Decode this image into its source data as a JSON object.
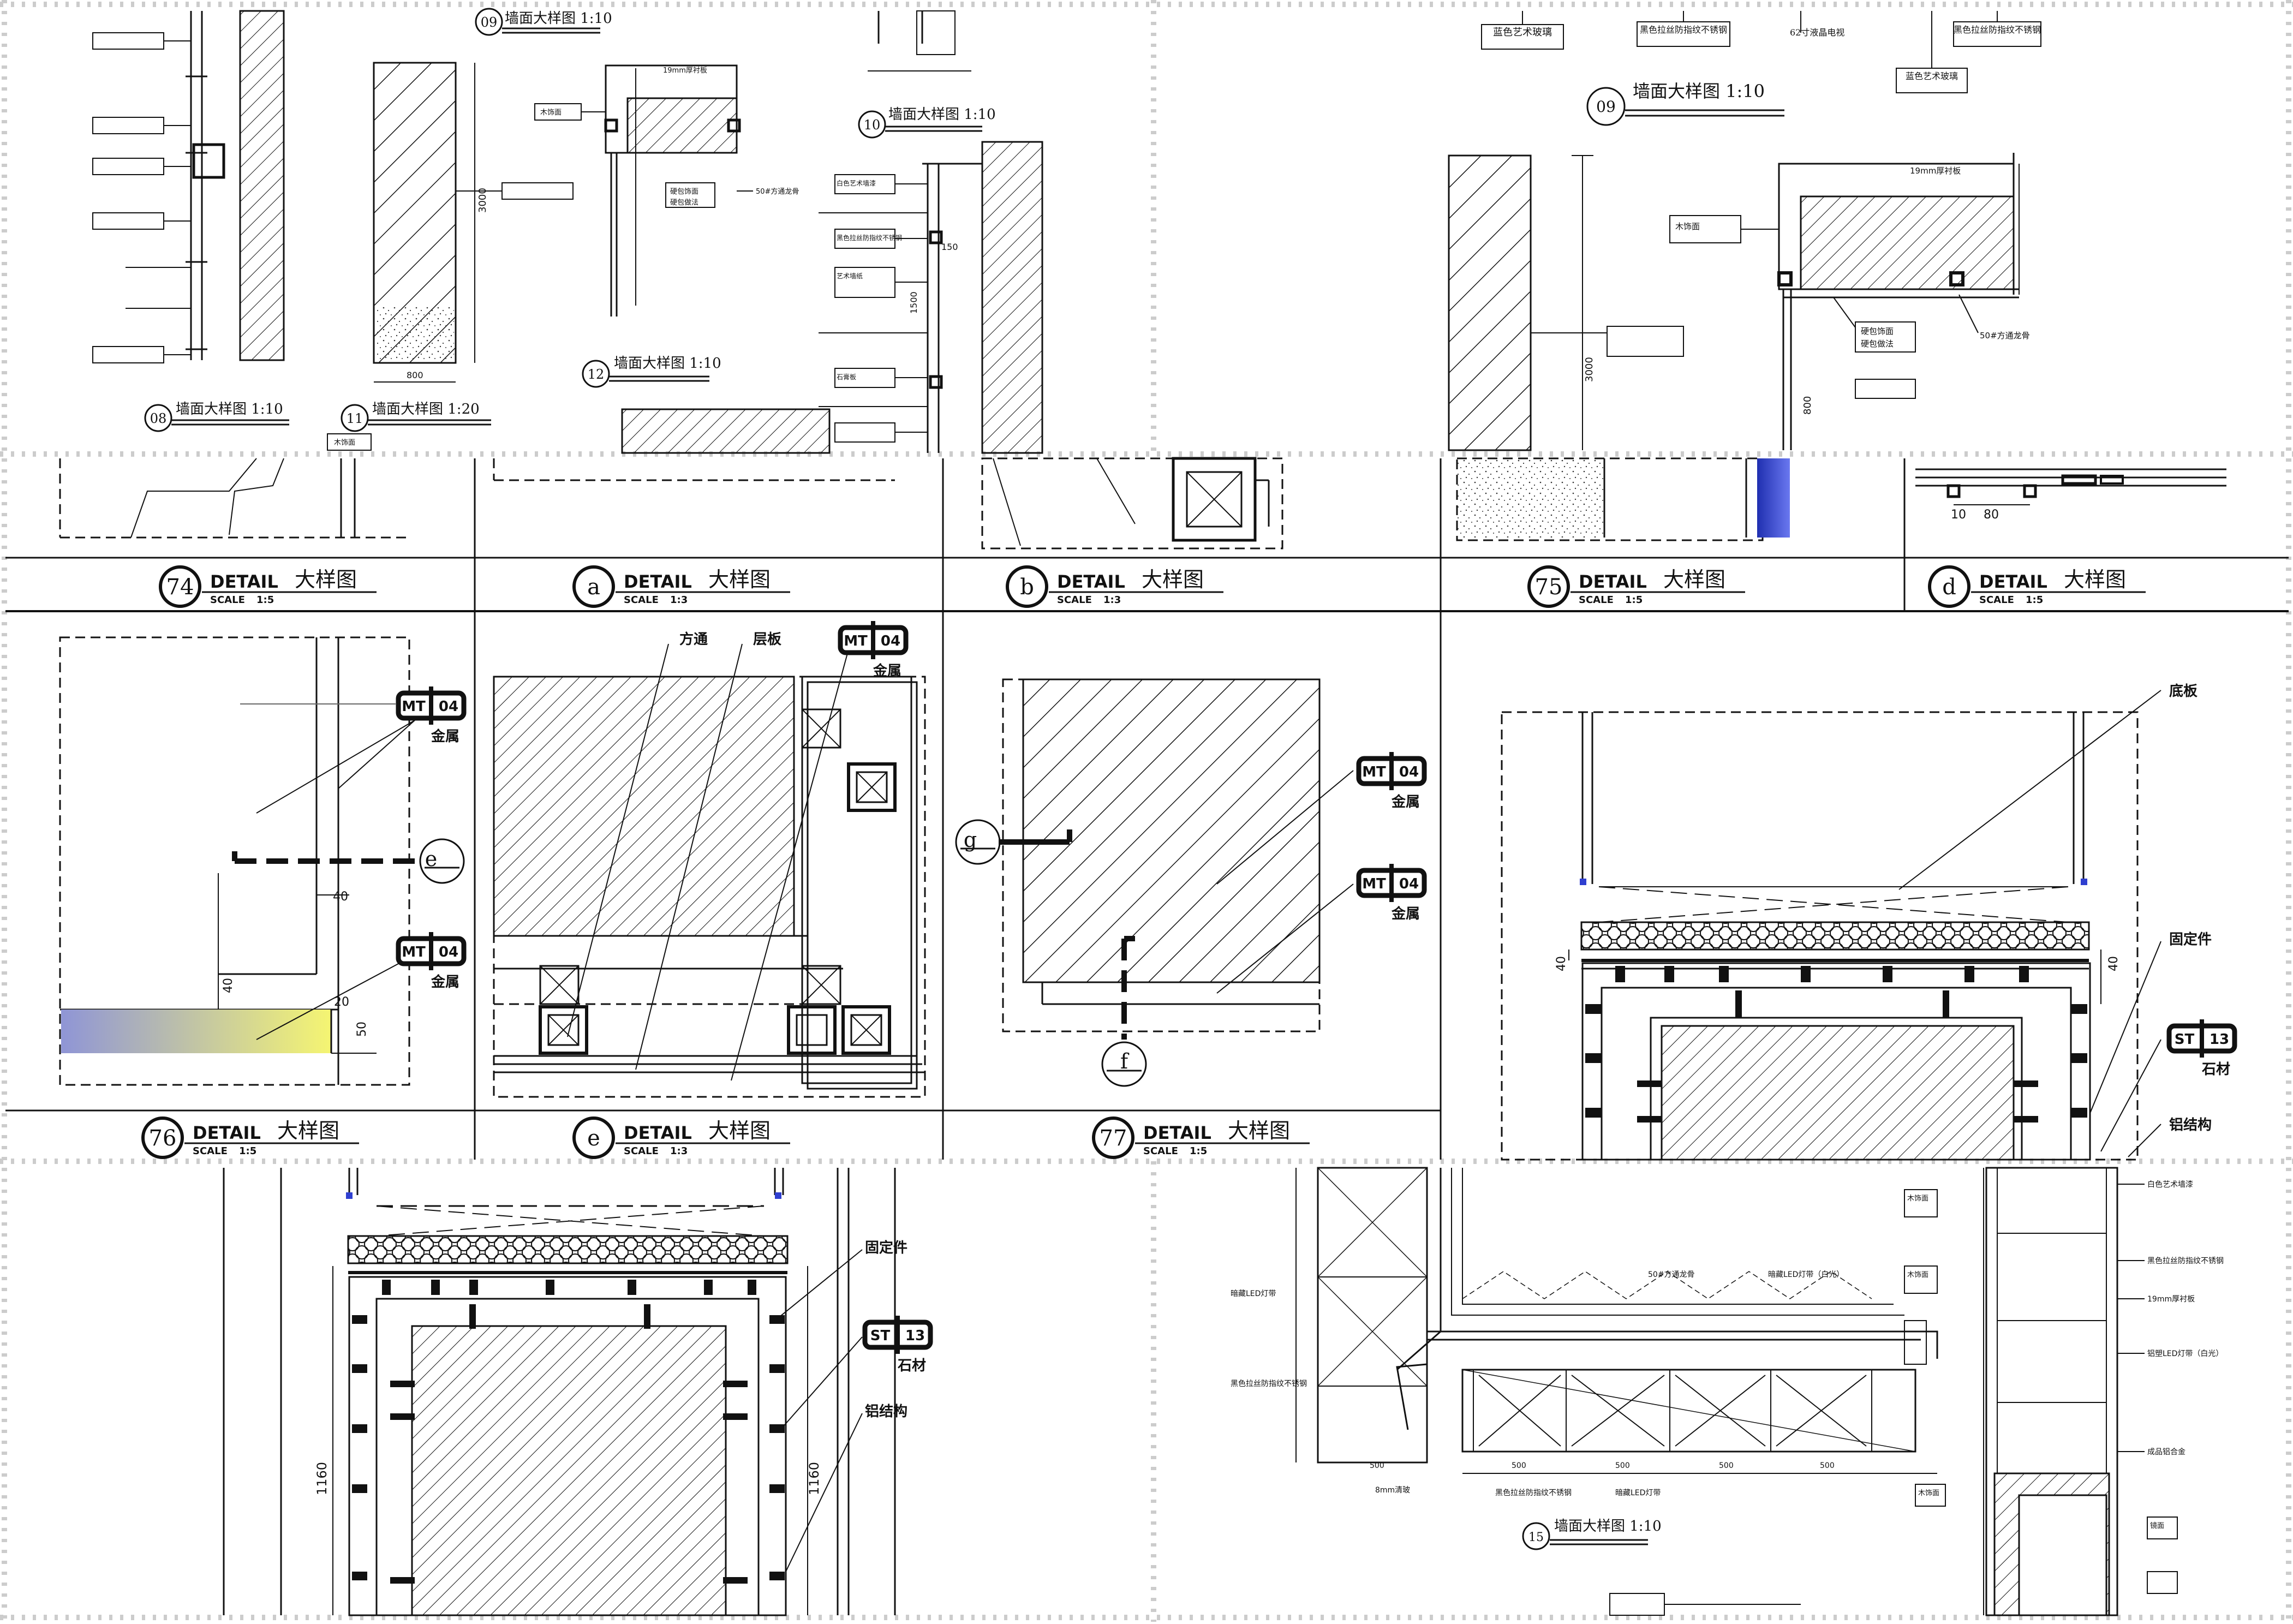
{
  "sheet": {
    "colors": {
      "line": "#111111",
      "border_dots": "#d0d0d0",
      "gradient_a": "#8f95d6",
      "gradient_b": "#f5f572",
      "blue_fill": "#2f3fd0"
    }
  },
  "panel_tl": {
    "t09": "墙面大样图 1:10",
    "t10": "墙面大样图 1:10",
    "t12": "墙面大样图 1:10",
    "t08": "墙面大样图 1:10",
    "t11": "墙面大样图 1:20",
    "n09": "09",
    "n10": "10",
    "n12": "12",
    "n08": "08",
    "n11": "11",
    "dim_3000": "3000",
    "dim_800": "800",
    "dim_150": "150",
    "dim_1500": "1500",
    "labels": [
      "19mm厚衬板",
      "木饰面",
      "50#方通龙骨",
      "硬包饰面",
      "硬包做法",
      "白色艺术墙漆",
      "黑色拉丝防指纹不锈钢",
      "艺术墙纸",
      "石膏板",
      "木饰面"
    ]
  },
  "panel_tr": {
    "title": "墙面大样图 1:10",
    "num": "09",
    "tags": [
      "蓝色艺术玻璃",
      "黑色拉丝防指纹不锈钢",
      "62寸液晶电视",
      "黑色拉丝防指纹不锈钢",
      "蓝色艺术玻璃"
    ],
    "labels": [
      "19mm厚衬板",
      "木饰面",
      "硬包饰面",
      "硬包做法",
      "50#方通龙骨"
    ],
    "dim_3000": "3000",
    "dim_800": "800"
  },
  "strip": {
    "cells": [
      {
        "mark": "74",
        "word": "DETAIL",
        "cn": "大样图",
        "scale": "SCALE",
        "sv": "1:5"
      },
      {
        "mark": "a",
        "word": "DETAIL",
        "cn": "大样图",
        "scale": "SCALE",
        "sv": "1:3"
      },
      {
        "mark": "b",
        "word": "DETAIL",
        "cn": "大样图",
        "scale": "SCALE",
        "sv": "1:3"
      },
      {
        "mark": "75",
        "word": "DETAIL",
        "cn": "大样图",
        "scale": "SCALE",
        "sv": "1:5"
      },
      {
        "mark": "d",
        "word": "DETAIL",
        "cn": "大样图",
        "scale": "SCALE",
        "sv": "1:5"
      }
    ],
    "dim_10": "10",
    "dim_80": "80"
  },
  "middle": {
    "cells": [
      {
        "mark": "76",
        "word": "DETAIL",
        "cn": "大样图",
        "scale": "SCALE",
        "sv": "1:5"
      },
      {
        "mark": "e",
        "word": "DETAIL",
        "cn": "大样图",
        "scale": "SCALE",
        "sv": "1:3"
      },
      {
        "mark": "77",
        "word": "DETAIL",
        "cn": "大样图",
        "scale": "SCALE",
        "sv": "1:5"
      }
    ],
    "mt_tag": "MT",
    "mt_num": "04",
    "metal": "金属",
    "st_tag": "ST",
    "st_num": "13",
    "stone": "石材",
    "sec_e": "e",
    "sec_g": "g",
    "sec_f": "f",
    "fangtong": "方通",
    "cengban": "层板",
    "dibanl": "底板",
    "guding": "固定件",
    "lvjiegou": "铝结构",
    "dims": {
      "d40": "40",
      "d20": "20",
      "d50": "50",
      "d40b": "40"
    }
  },
  "panel_bl": {
    "guding": "固定件",
    "st_tag": "ST",
    "st_num": "13",
    "stone": "石材",
    "lvjiegou": "铝结构",
    "dim": "1160"
  },
  "panel_br": {
    "title": "墙面大样图 1:10",
    "num": "15",
    "labels": [
      "白色艺术墙漆",
      "黑色拉丝防指纹不锈钢",
      "黑色拉丝防指纹不锈钢",
      "19mm厚衬板",
      "铝塑LED灯带（白光）",
      "木饰面",
      "木饰面",
      "木饰面",
      "暗藏LED灯带（白光）",
      "50#方通龙骨",
      "成品铝合金",
      "镜面",
      "暗藏LED灯带",
      "8mm清玻",
      "黑色拉丝防指纹不锈钢",
      "暗藏LED灯带"
    ],
    "dim_500": "500"
  }
}
